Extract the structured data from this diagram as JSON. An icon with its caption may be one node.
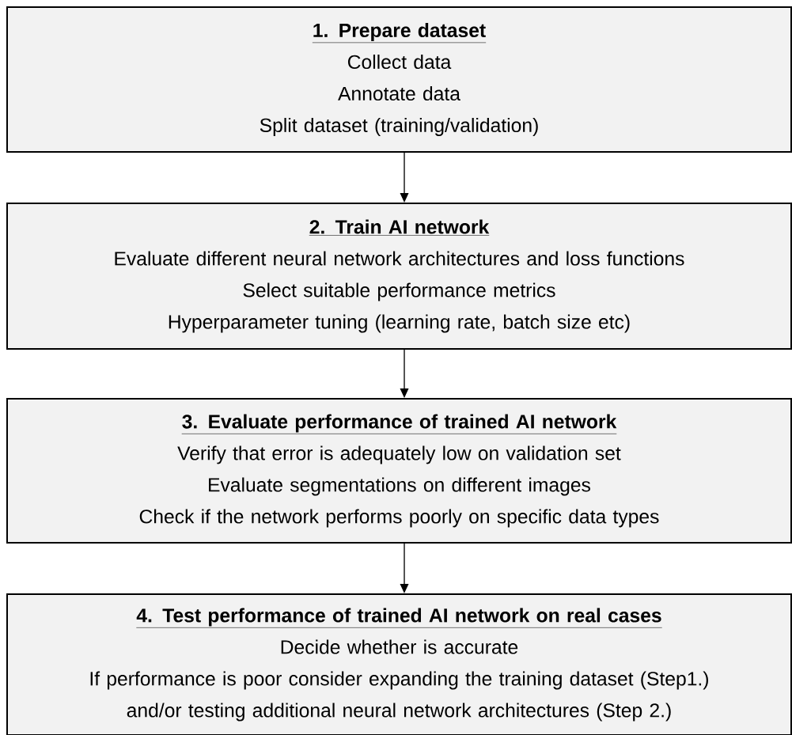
{
  "diagram": {
    "nodes": [
      {
        "text": [
          "1. Prepare dataset",
          "Collect data",
          "Annotate data",
          "Split dataset (training/validation)"
        ]
      },
      {
        "text": [
          "2. Train AI network",
          "Evaluate different neural network architectures and loss functions",
          "Select suitable performance metrics",
          "Hyperparameter tuning (learning rate, batch size etc)"
        ]
      },
      {
        "text": [
          "3. Evaluate performance of trained AI network",
          "Verify that error is adequately low on validation set",
          "Evaluate segmentations on different images",
          "Check if the network performs poorly on specific data types"
        ]
      },
      {
        "text": [
          "4. Test performance of trained AI network on real cases",
          "Decide whether is accurate",
          "If performance is poor consider expanding the training dataset (Step1.) and/or testing additional neural network architectures (Step 2.)"
        ]
      }
    ],
    "edges": [
      {
        "from": 0,
        "to": 1,
        "arrow": "to"
      },
      {
        "from": 1,
        "to": 2,
        "arrow": "to"
      },
      {
        "from": 2,
        "to": 3,
        "arrow": "to"
      }
    ]
  }
}
